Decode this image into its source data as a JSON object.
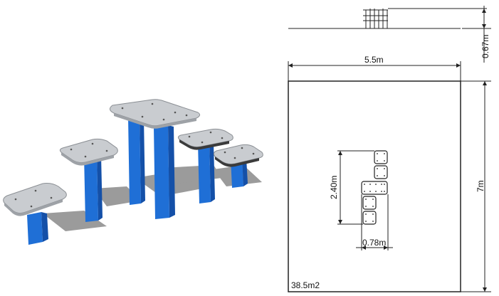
{
  "dimensions": {
    "height_label": "0.67m",
    "width_label": "5.5m",
    "length_label": "7m",
    "span_label": "2.40m",
    "module_width_label": "0.78m",
    "area_label": "38.5m2"
  },
  "colors": {
    "post_blue": "#1f6fd6",
    "post_blue_dark": "#1450a8",
    "seat_grey": "#c9ccd0",
    "seat_edge": "#8b8f94",
    "shadow": "#7d7d7d",
    "line": "#222222"
  }
}
